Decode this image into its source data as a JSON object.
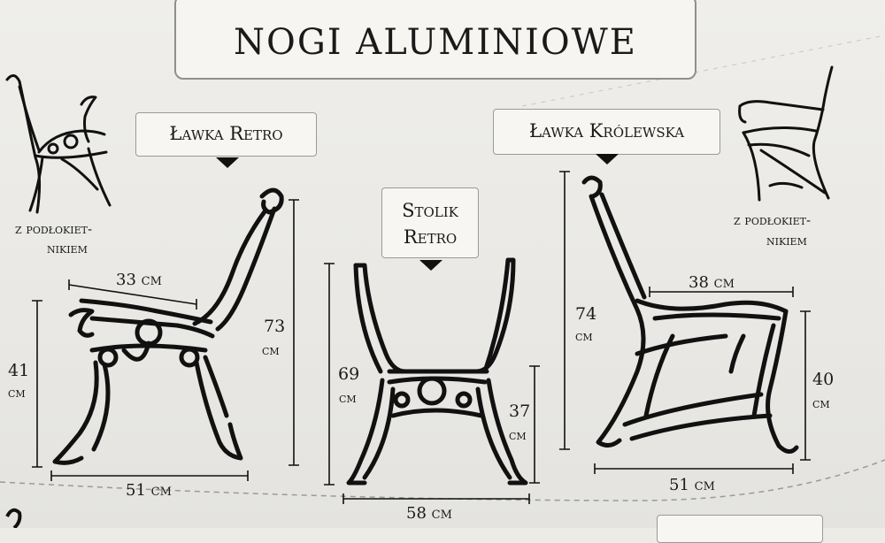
{
  "title": "NOGI ALUMINIOWE",
  "labels": {
    "retro": "Ławka Retro",
    "stolik_line1": "Stolik",
    "stolik_line2": "Retro",
    "krolewska": "Ławka Królewska",
    "armrest_left_line1": "z podłokiet-",
    "armrest_left_line2": "nikiem",
    "armrest_right_line1": "z podłokiet-",
    "armrest_right_line2": "nikiem"
  },
  "dimensions": {
    "retro_seat": "33 cm",
    "retro_height_num": "73",
    "retro_height_unit": "cm",
    "retro_seat_height_num": "41",
    "retro_seat_height_unit": "cm",
    "retro_width": "51 cm",
    "stolik_height_num": "69",
    "stolik_height_unit": "cm",
    "stolik_mid_num": "37",
    "stolik_mid_unit": "cm",
    "stolik_width": "58 cm",
    "krol_seat": "38 cm",
    "krol_height_num": "74",
    "krol_height_unit": "cm",
    "krol_seat_height_num": "40",
    "krol_seat_height_unit": "cm",
    "krol_width": "51 cm"
  }
}
